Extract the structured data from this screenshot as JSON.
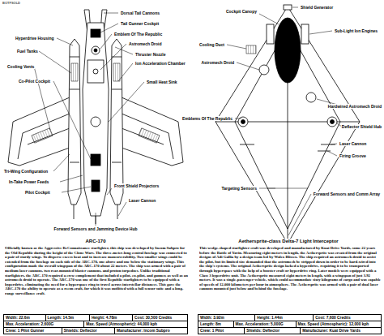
{
  "diagram": {
    "nodes": [
      {
        "text": [
          "Width: 22.6m",
          "Length: 14.5m",
          "Height: 4.78m",
          "Cost: 30,500 Credits",
          "Max. Acceleration: 2,600G",
          "Max. Speed (Atmospheric): 44,000 kph",
          "Crew: 1 Pilot Gunner",
          "Shields: Deflector",
          "Manufacturer: Incom Subpro"
        ]
      },
      {
        "text": [
          "Width: 3.92m",
          "Height: 1.44m",
          "Cost: 7,600 Credits",
          "Length: 8m",
          "Max. Acceleration: 5,000G",
          "Max. Speed (Atmospheric): 12,000 kph",
          "Crew: 1 Pilot",
          "Shields: Deflector",
          "Manufacturer: Kuat Drive Yards"
        ]
      }
    ],
    "labels": [
      "BOTFSOLD",
      "Dorsal Tail Cannons",
      "Tail Gunner Cockpit",
      "Emblem Of The Republic",
      "Hyperdrive Housing",
      "Astromech Droid",
      "Fuel Tanks",
      "Thruster Nozzle",
      "Ion Acceleration Chamber",
      "Cooling Vents",
      "Co-Pilot Cockpit",
      "Small Heat Sink",
      "Tri-Wing Configuration",
      "In-Take Power Feeds",
      "Pilot Cockpit",
      "Front Shield Projectors",
      "Laser Cannon",
      "Forward Sensors and Jamming Device Hub",
      "Shield Generator",
      "Cockpit Canopy",
      "Sub-Light Ion Engines",
      "Cooling Duct",
      "Astromech Droid",
      "Emblems Of The Republic",
      "Hardwired Astromech Droid",
      "Deflector Shield Hub",
      "Laser Cannon",
      "Firing Groove",
      "Targeting Sensors",
      "Forward Sensors and Comm Array",
      "ARC-170",
      "Officially known as the Aggressive ReConnaissance starfighter, this ship was developed by Incom Subpro for the Old Republic during the height of the Clone Wars. The three-meter-long central fuselage was connected to a pair of sturdy wings. To disperse excess heat and to increase maneuverability, Two smaller wings could be extended from the fuselage on each side of the ARC-170, one above and one below the stationary wings. This configuration made the overall wingspan of the ARC-170 about 22 meters. The ship was armed with a pair of medium laser cannons, two rear-mounted blaster cannons, and proton torpedoes. Unlike traditional starfighters, the ARC-170 required a crew complement that included a pilot, co-pilot, and gunner, as well as an astromech droid to operate. The ARC-170 was one of the first Republic starfighters to be equipped with a hyperdrive, eliminating the need for a hyperspace ring to travel across interstellar distances. This gave the ARC-170 the ability to operate as a recon craft, for which it was outfitted with a full sensor suite and a long-range surveillance craft.",
      "Aethersprite-class Delta-7 Light Interceptor",
      "This wedge-shaped starfighter craft was developed and manufactured by Kuat Drive Yards, some 22 years before the Battle of Yavin. Measuring eight meters in length, the Aethersprite was created from the original designs of Adi Gallia by a design team led by Walex Blissex. The ship required an astromech droid to assist the pilot, but its limited size demanded that the astromech be stripped down in order to be hard-wired into the ship's systems. The original Aethersprite design lacked a hyperdrive, requiring it to be transported through hyperspace with the help of a booster craft or hyperdrive ring. Later models were equipped with a Class 3 hyperdrive unit. The Aethersprite measured eight meters in length, with a wingspan of just 3.92 meters. It was a single-passenger vehicle, which could accommodate sixty kilograms of cargo and was capable of speeds of 12,000 kilometers per hour in atmosphere. The Aethersprite was armed with a pair of dual laser cannons mounted just below and behind the fuselage."
    ]
  }
}
